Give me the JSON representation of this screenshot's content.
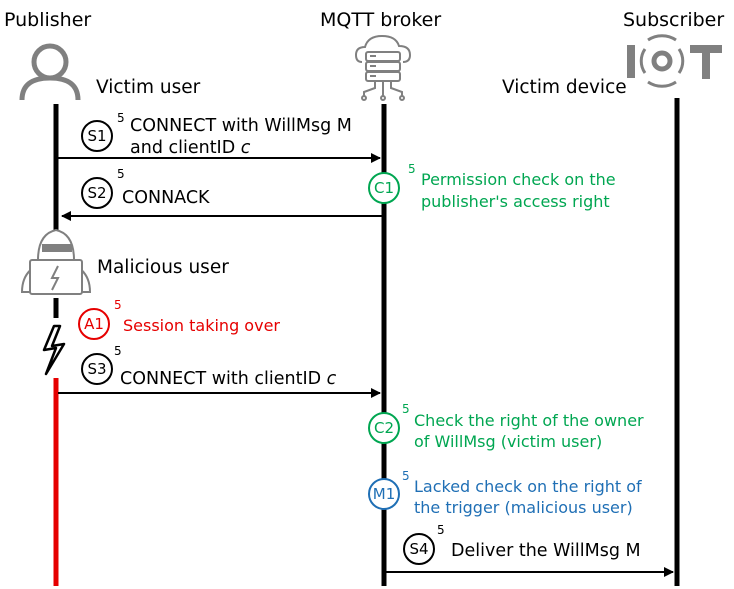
{
  "actors": {
    "publisher": "Publisher",
    "broker": "MQTT broker",
    "subscriber": "Subscriber"
  },
  "roles": {
    "victim_user": "Victim user",
    "victim_device": "Victim device",
    "malicious_user": "Malicious user"
  },
  "steps": {
    "s1": {
      "badge": "S1",
      "sup": "5",
      "line1": "CONNECT with WillMsg M",
      "line2_prefix": "and clientID ",
      "line2_var": "c"
    },
    "s2": {
      "badge": "S2",
      "sup": "5",
      "text": "CONNACK"
    },
    "s3": {
      "badge": "S3",
      "sup": "5",
      "text_prefix": "CONNECT with clientID ",
      "text_var": "c"
    },
    "s4": {
      "badge": "S4",
      "sup": "5",
      "text": "Deliver the WillMsg M"
    }
  },
  "checks": {
    "c1": {
      "badge": "C1",
      "sup": "5",
      "line1": "Permission check on the",
      "line2": "publisher's access right"
    },
    "c2": {
      "badge": "C2",
      "sup": "5",
      "line1": "Check the right of the owner",
      "line2": "of WillMsg (victim user)"
    },
    "m1": {
      "badge": "M1",
      "sup": "5",
      "line1": "Lacked check on the right of",
      "line2": "the trigger (malicious user)"
    },
    "a1": {
      "badge": "A1",
      "sup": "5",
      "text": "Session taking over"
    }
  },
  "icons": {
    "publisher": "user-icon",
    "broker": "server-cloud-icon",
    "subscriber": "iot-icon",
    "attacker": "hacker-icon",
    "takeover": "lightning-icon"
  },
  "colors": {
    "black": "#000000",
    "green": "#00a651",
    "red": "#e60000",
    "blue": "#1f6fb5",
    "gray": "#808080"
  }
}
